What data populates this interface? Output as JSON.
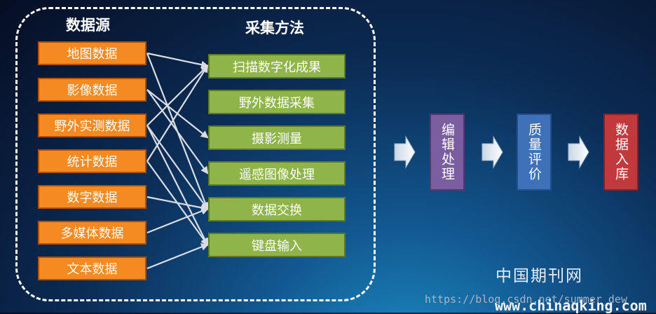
{
  "diagram": {
    "source_heading": "数据源",
    "method_heading": "采集方法",
    "sources": [
      {
        "id": "map",
        "label": "地图数据"
      },
      {
        "id": "imagery",
        "label": "影像数据"
      },
      {
        "id": "field-survey",
        "label": "野外实测数据"
      },
      {
        "id": "statistics",
        "label": "统计数据"
      },
      {
        "id": "digital",
        "label": "数字数据"
      },
      {
        "id": "multimedia",
        "label": "多媒体数据"
      },
      {
        "id": "text",
        "label": "文本数据"
      }
    ],
    "methods": [
      {
        "id": "scan-digitize",
        "label": "扫描数字化成果"
      },
      {
        "id": "field-collect",
        "label": "野外数据采集"
      },
      {
        "id": "photogrammetry",
        "label": "摄影测量"
      },
      {
        "id": "remote-sensing",
        "label": "遥感图像处理"
      },
      {
        "id": "data-exchange",
        "label": "数据交换"
      },
      {
        "id": "keyboard-input",
        "label": "键盘输入"
      }
    ],
    "links": [
      [
        "map",
        "scan-digitize"
      ],
      [
        "map",
        "data-exchange"
      ],
      [
        "imagery",
        "photogrammetry"
      ],
      [
        "imagery",
        "remote-sensing"
      ],
      [
        "field-survey",
        "scan-digitize"
      ],
      [
        "field-survey",
        "data-exchange"
      ],
      [
        "field-survey",
        "keyboard-input"
      ],
      [
        "statistics",
        "scan-digitize"
      ],
      [
        "statistics",
        "keyboard-input"
      ],
      [
        "digital",
        "data-exchange"
      ],
      [
        "multimedia",
        "data-exchange"
      ],
      [
        "text",
        "keyboard-input"
      ]
    ],
    "pipeline": [
      {
        "id": "edit",
        "label": "编辑处理",
        "color": "#7a5ea0"
      },
      {
        "id": "quality",
        "label": "质量评价",
        "color": "#3e71b7"
      },
      {
        "id": "load",
        "label": "数据入库",
        "color": "#c0393c"
      }
    ],
    "colors": {
      "source_fill": "#f58a22",
      "method_fill": "#8fb54a",
      "connector": "#d9dde3",
      "pipeline_arrow": "#ffffff"
    }
  },
  "watermarks": {
    "cn": "中国期刊网",
    "url": "https://blog.csdn.net/summer_dew",
    "site": "www.chinaqking.com"
  }
}
